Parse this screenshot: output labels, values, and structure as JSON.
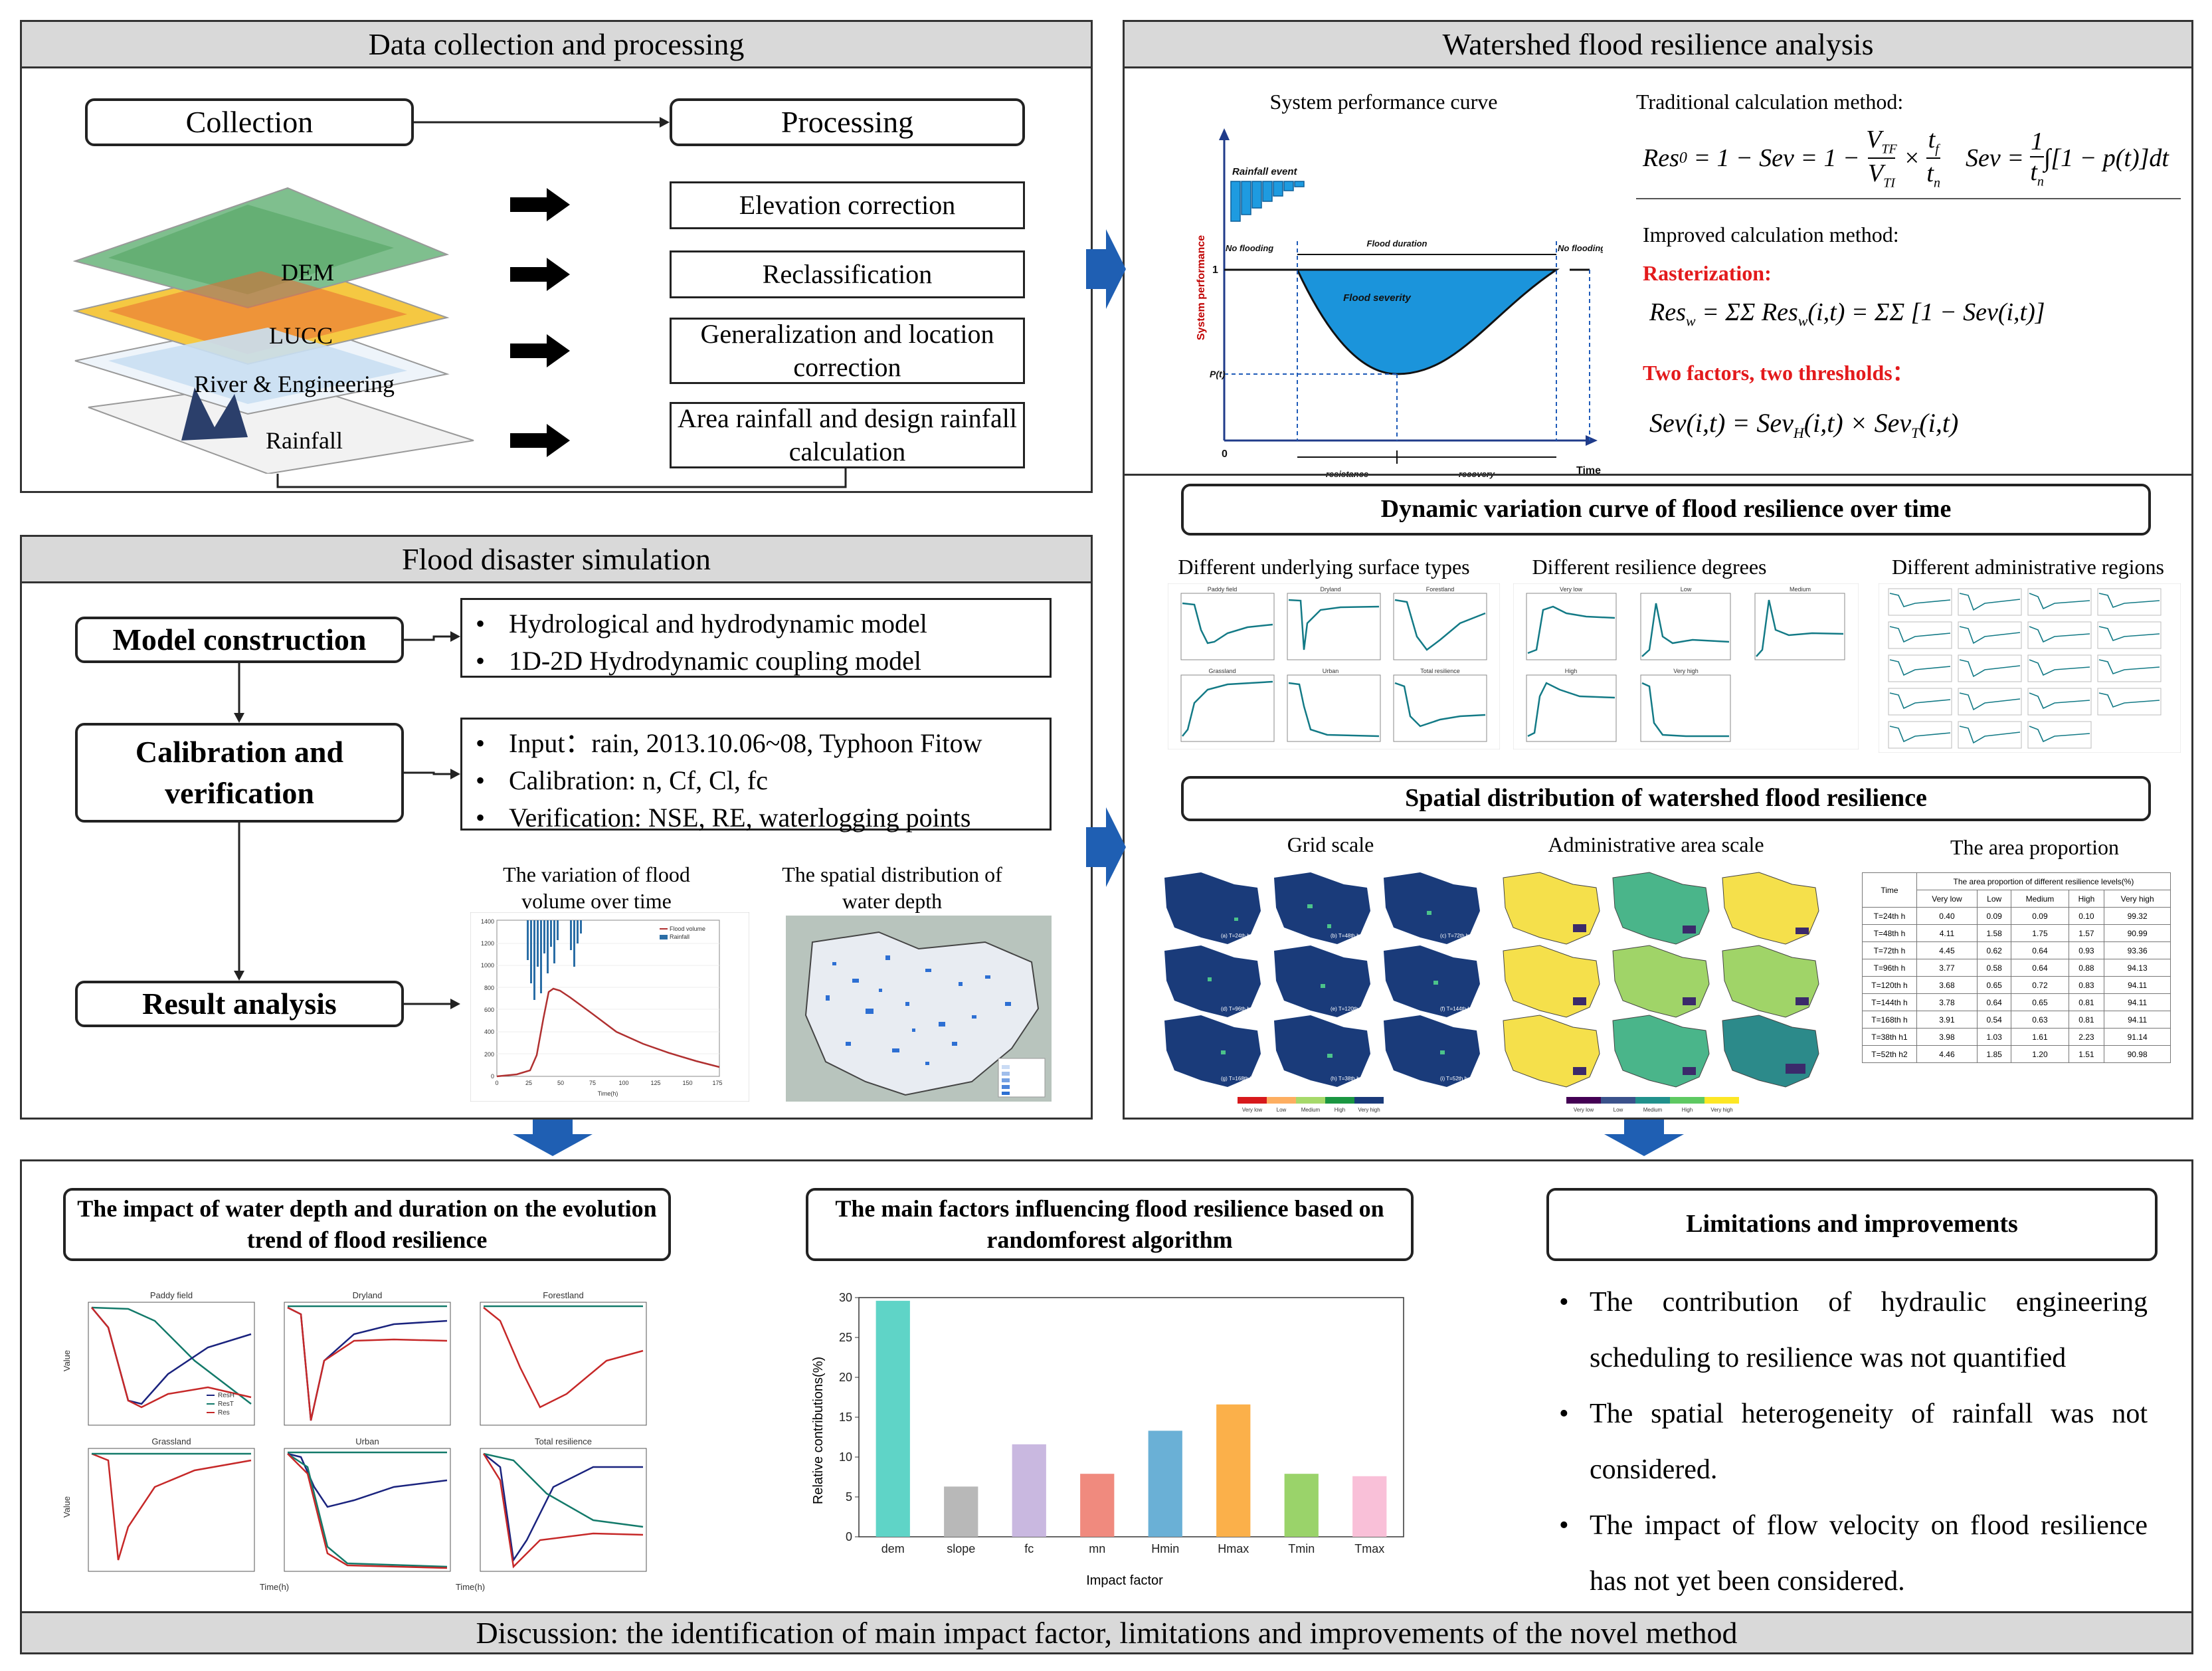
{
  "data_collection": {
    "title": "Data collection and processing",
    "collection": "Collection",
    "processing": "Processing",
    "layers": [
      "DEM",
      "LUCC",
      "River & Engineering",
      "Rainfall"
    ],
    "steps": [
      "Elevation correction",
      "Reclassification",
      "Generalization and location correction",
      "Area rainfall and design rainfall calculation"
    ]
  },
  "flood_sim": {
    "title": "Flood disaster simulation",
    "model_construction": "Model construction",
    "calibration": "Calibration and verification",
    "result_analysis": "Result analysis",
    "model_bullets": [
      "Hydrological and hydrodynamic  model",
      "1D-2D Hydrodynamic  coupling model"
    ],
    "cal_input": "Input：rain, 2013.10.06~08, Typhoon Fitow",
    "cal_calibration": "Calibration: n, Cf, Cl, fc",
    "cal_verification": "Verification: NSE, RE, waterlogging points",
    "volume_title": "The variation of flood volume over time",
    "depth_title": "The spatial distribution of water depth",
    "volume_legend": [
      "Flood volume",
      "Rainfall"
    ],
    "volume_x_label": "Time(h)",
    "volume_x_ticks": [
      "0",
      "25",
      "50",
      "75",
      "100",
      "125",
      "150",
      "175"
    ],
    "volume_y_ticks": [
      "0",
      "200",
      "400",
      "600",
      "800",
      "1000",
      "1200",
      "1400"
    ]
  },
  "resilience_analysis": {
    "title": "Watershed flood resilience analysis",
    "curve_title": "System performance curve",
    "curve_labels": {
      "rainfall_event": "Rainfall event",
      "system_performance": "System performance",
      "no_flooding_left": "No flooding",
      "no_flooding_right": "No flooding",
      "flood_duration": "Flood duration",
      "flood_severity": "Flood severity",
      "one": "1",
      "p_t": "P(t)",
      "zero": "0",
      "resistance": "resistance",
      "recovery": "recovery",
      "time": "Time"
    },
    "traditional": "Traditional calculation method:",
    "improved": "Improved calculation method:",
    "rasterization": "Rasterization:",
    "two_factors": "Two factors, two thresholds："
  },
  "dynamic_curve": {
    "title": "Dynamic variation curve of flood resilience over time",
    "sub1": "Different underlying surface types",
    "sub2": "Different resilience degrees",
    "sub3": "Different administrative regions",
    "surface_panels": [
      "Paddy field",
      "Dryland",
      "Forestland",
      "Grassland",
      "Urban",
      "Total resilience"
    ],
    "degree_panels": [
      "Very low",
      "Low",
      "Medium",
      "High",
      "Very high"
    ]
  },
  "spatial": {
    "title": "Spatial distribution  of watershed flood resilience",
    "grid": "Grid scale",
    "admin": "Administrative area scale",
    "area": "The area proportion",
    "grid_labels": [
      "(a) T=24th h",
      "(b) T=48th h",
      "(c) T=72th h",
      "(d) T=96th h",
      "(e) T=120th h",
      "(f) T=144th h",
      "(g) T=168th h",
      "(h) T=38th h",
      "(i) T=52th h"
    ],
    "legend": [
      "Very low",
      "Low",
      "Medium",
      "High",
      "Very high"
    ],
    "table": {
      "caption": "The area proportion of different resilience levels(%)",
      "headers": [
        "Time",
        "Very low",
        "Low",
        "Medium",
        "High",
        "Very high"
      ],
      "rows": [
        [
          "T=24th h",
          "0.40",
          "0.09",
          "0.09",
          "0.10",
          "99.32"
        ],
        [
          "T=48th h",
          "4.11",
          "1.58",
          "1.75",
          "1.57",
          "90.99"
        ],
        [
          "T=72th h",
          "4.45",
          "0.62",
          "0.64",
          "0.93",
          "93.36"
        ],
        [
          "T=96th h",
          "3.77",
          "0.58",
          "0.64",
          "0.88",
          "94.13"
        ],
        [
          "T=120th h",
          "3.68",
          "0.65",
          "0.72",
          "0.83",
          "94.11"
        ],
        [
          "T=144th h",
          "3.78",
          "0.64",
          "0.65",
          "0.81",
          "94.11"
        ],
        [
          "T=168th h",
          "3.91",
          "0.54",
          "0.63",
          "0.81",
          "94.11"
        ],
        [
          "T=38th h1",
          "3.98",
          "1.03",
          "1.61",
          "2.23",
          "91.14"
        ],
        [
          "T=52th h2",
          "4.46",
          "1.85",
          "1.20",
          "1.51",
          "90.98"
        ]
      ]
    }
  },
  "discussion": {
    "impact_title": "The impact of water depth and duration on the evolution trend of flood resilience",
    "factors_title": "The main factors influencing  flood resilience based on randomforest algorithm",
    "limits_title": "Limitations and improvements",
    "limits": [
      "The contribution of hydraulic engineering scheduling to resilience was not quantified",
      "The spatial heterogeneity of rainfall was not considered.",
      "The impact of flow velocity on flood resilience has not yet been considered."
    ],
    "bottom": "Discussion: the identification of main impact factor, limitations and improvements of the novel method",
    "impact_panels": [
      "Paddy field",
      "Dryland",
      "Forestland",
      "Grassland",
      "Urban",
      "Total resilience"
    ],
    "impact_legend": [
      "ResH",
      "ResT",
      "Res"
    ],
    "impact_xlabel": "Time(h)",
    "impact_ylabel": "Value"
  },
  "chart_data": {
    "type": "bar",
    "categories": [
      "dem",
      "slope",
      "fc",
      "mn",
      "Hmin",
      "Hmax",
      "Tmin",
      "Tmax"
    ],
    "values": [
      29.6,
      6.3,
      11.6,
      7.9,
      13.3,
      16.6,
      7.9,
      7.6
    ],
    "colors": [
      "#5fd4c7",
      "#b8b8b8",
      "#c9b8e0",
      "#f08a7e",
      "#6ab0d6",
      "#fbb04a",
      "#9ad36a",
      "#f9c0d8"
    ],
    "xlabel": "Impact factor",
    "ylabel": "Relative contributions(%)",
    "ylim": [
      0,
      30
    ],
    "yticks": [
      0,
      5,
      10,
      15,
      20,
      25,
      30
    ]
  }
}
